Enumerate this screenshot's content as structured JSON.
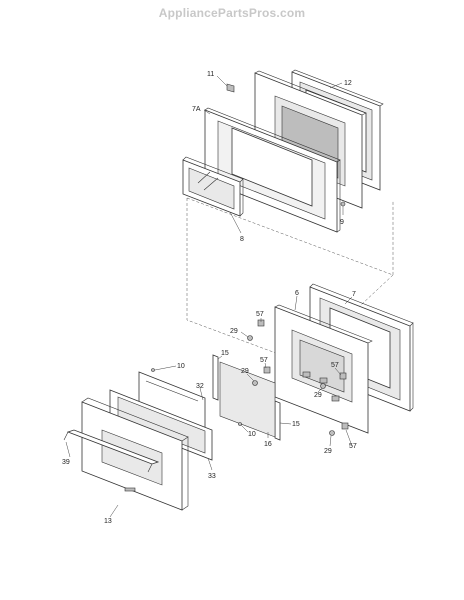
{
  "watermark": "AppliancePartsPros.com",
  "parts": [
    {
      "id": "p11",
      "label": "11"
    },
    {
      "id": "p12",
      "label": "12"
    },
    {
      "id": "p7a",
      "label": "7A"
    },
    {
      "id": "p9",
      "label": "9"
    },
    {
      "id": "p8",
      "label": "8"
    },
    {
      "id": "p6",
      "label": "6"
    },
    {
      "id": "p7",
      "label": "7"
    },
    {
      "id": "p57a",
      "label": "57"
    },
    {
      "id": "p29a",
      "label": "29"
    },
    {
      "id": "p57b",
      "label": "57"
    },
    {
      "id": "p10a",
      "label": "10"
    },
    {
      "id": "p15a",
      "label": "15"
    },
    {
      "id": "p29b",
      "label": "29"
    },
    {
      "id": "p32",
      "label": "32"
    },
    {
      "id": "p57c",
      "label": "57"
    },
    {
      "id": "p29c",
      "label": "29"
    },
    {
      "id": "p15b",
      "label": "15"
    },
    {
      "id": "p10b",
      "label": "10"
    },
    {
      "id": "p16",
      "label": "16"
    },
    {
      "id": "p39",
      "label": "39"
    },
    {
      "id": "p33",
      "label": "33"
    },
    {
      "id": "p29d",
      "label": "29"
    },
    {
      "id": "p57d",
      "label": "57"
    },
    {
      "id": "p13",
      "label": "13"
    }
  ]
}
